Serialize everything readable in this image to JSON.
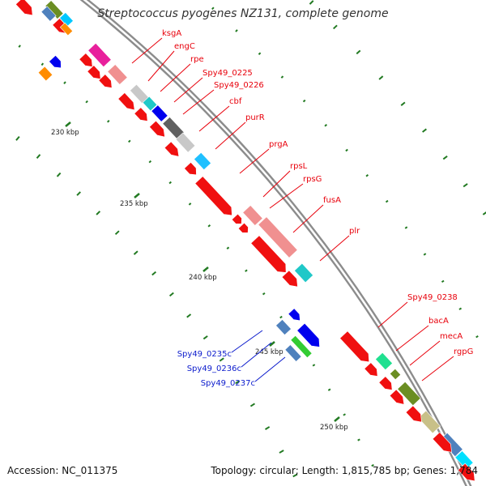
{
  "title": "Streptococcus pyogenes NZ131, complete genome",
  "accession": "Accession: NC_011375",
  "topology": "Topology: circular; Length: 1,815,785 bp; Genes: 1,784",
  "colors": {
    "backbone": "#8c8c8c",
    "tick": "#227a22",
    "label_red": "#e8000b",
    "label_blue": "#0a1acc"
  },
  "kbp_labels": [
    "230 kbp",
    "235 kbp",
    "240 kbp",
    "245 kbp",
    "250 kbp"
  ],
  "forward_genes": [
    "ksgA",
    "engC",
    "rpe",
    "Spy49_0225",
    "Spy49_0226",
    "cbf",
    "purR",
    "prgA",
    "rpsL",
    "rpsG",
    "fusA",
    "plr",
    "Spy49_0238",
    "bacA",
    "mecA",
    "rgpG"
  ],
  "reverse_genes": [
    "Spy49_0235c",
    "Spy49_0236c",
    "Spy49_0237c"
  ]
}
